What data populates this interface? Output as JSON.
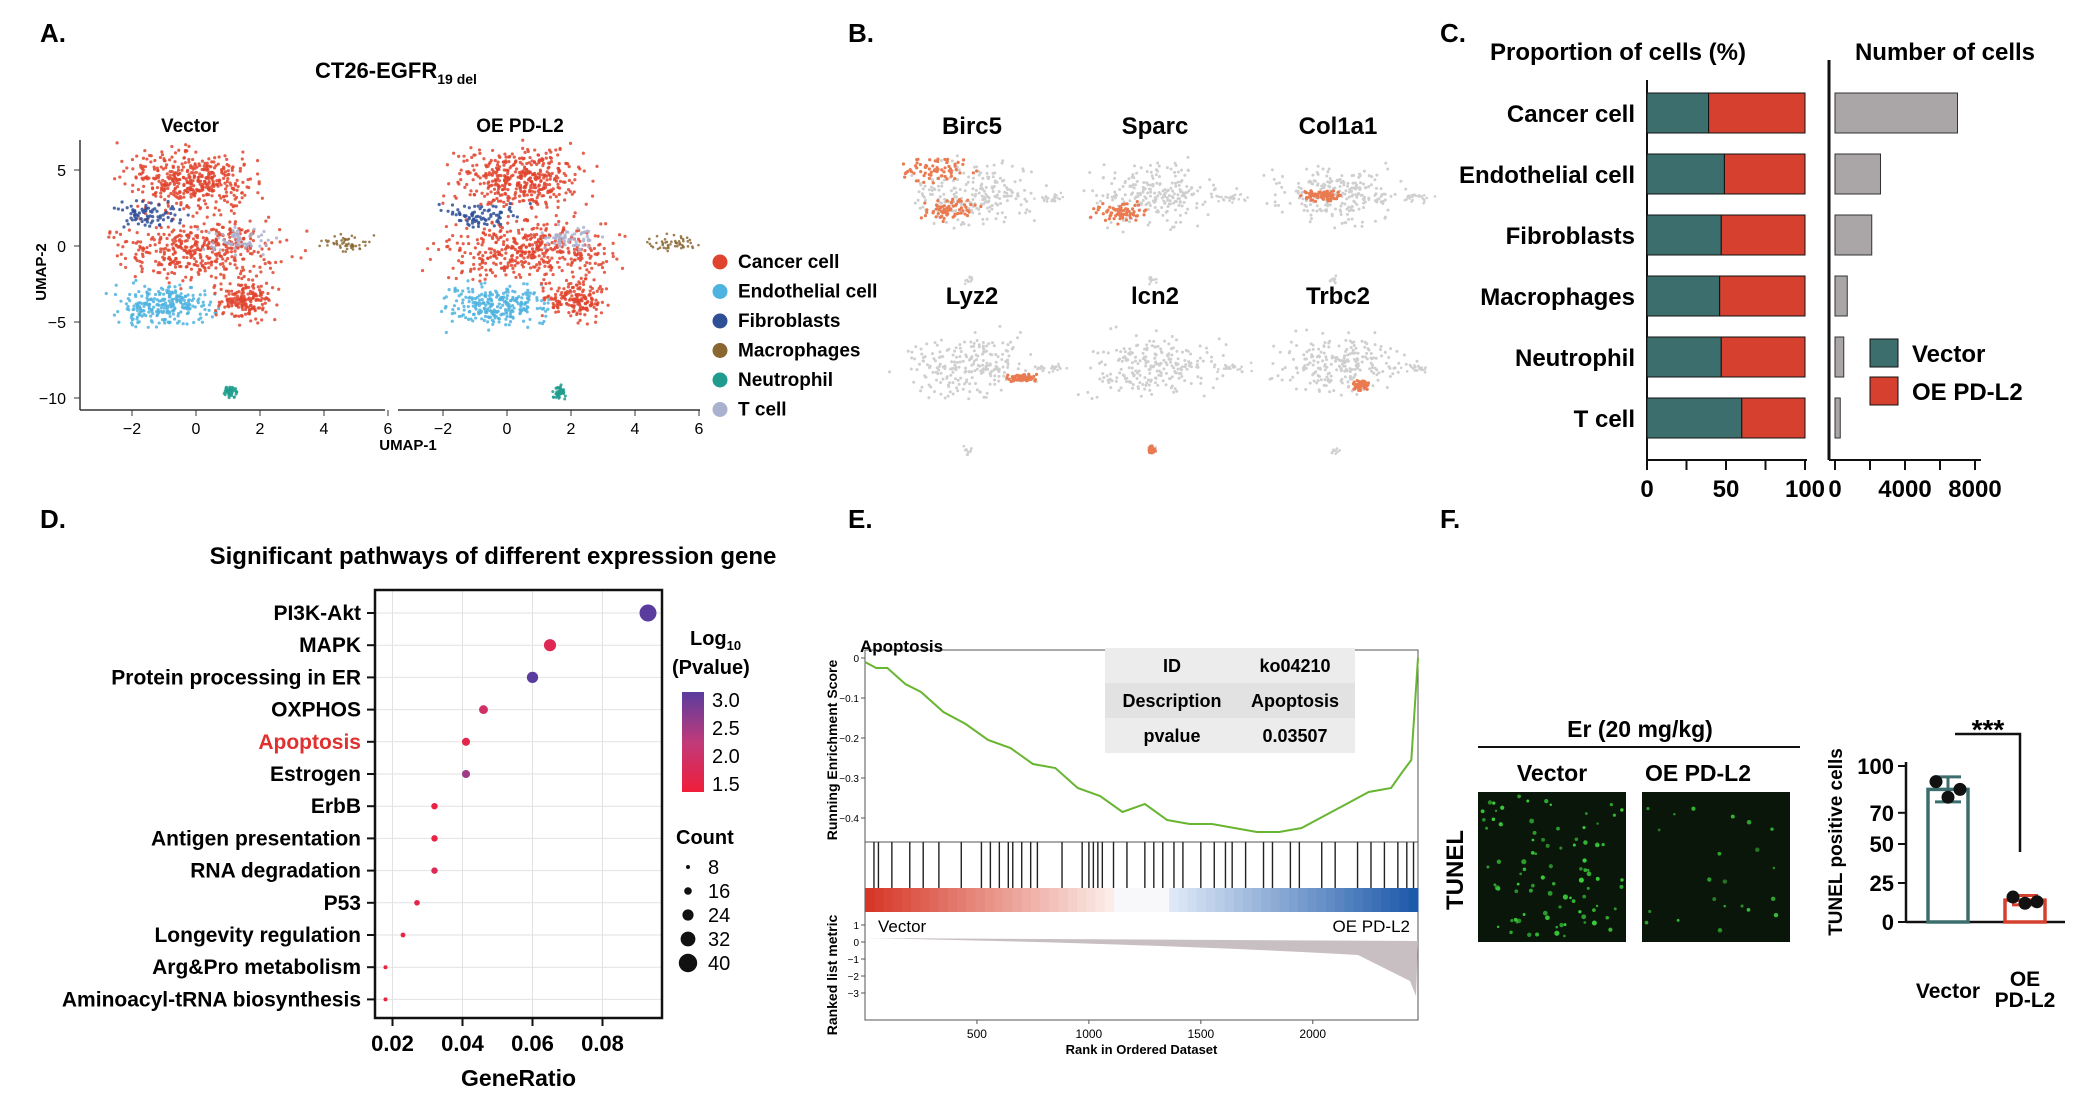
{
  "colors": {
    "cancer": "#e0442e",
    "endothelial": "#4fb3df",
    "fibroblasts": "#2e4e96",
    "macrophages": "#8a6630",
    "neutrophil": "#1f9c8d",
    "tcell": "#aab1cf",
    "vector": "#3d6e6e",
    "oe": "#d6402f",
    "grey_bar": "#aaa6a8",
    "umap_grey": "#cfcfcf",
    "umap_hi": "#ea7a50",
    "gsea_line": "#67b531",
    "path_text": "#e03030"
  },
  "panel_a": {
    "label": "A.",
    "title_main": "CT26-EGFR",
    "title_sub": "19 del",
    "facets": [
      "Vector",
      "OE PD-L2"
    ],
    "xlabel": "UMAP-1",
    "ylabel": "UMAP-2",
    "x_ticks": [
      "−2",
      "0",
      "2",
      "4",
      "6"
    ],
    "y_ticks": [
      "5",
      "0",
      "−5",
      "−10"
    ],
    "legend": [
      {
        "label": "Cancer cell",
        "color": "#e0442e"
      },
      {
        "label": "Endothelial cell",
        "color": "#4fb3df"
      },
      {
        "label": "Fibroblasts",
        "color": "#2e4e96"
      },
      {
        "label": "Macrophages",
        "color": "#8a6630"
      },
      {
        "label": "Neutrophil",
        "color": "#1f9c8d"
      },
      {
        "label": "T cell",
        "color": "#aab1cf"
      }
    ]
  },
  "panel_b": {
    "label": "B.",
    "genes": [
      {
        "name": "Birc5",
        "region": "cancer"
      },
      {
        "name": "Sparc",
        "region": "endothelial"
      },
      {
        "name": "Col1a1",
        "region": "fibroblasts"
      },
      {
        "name": "Lyz2",
        "region": "macrophages"
      },
      {
        "name": "lcn2",
        "region": "neutrophil"
      },
      {
        "name": "Trbc2",
        "region": "tcell"
      }
    ]
  },
  "panel_c": {
    "label": "C.",
    "title_left": "Proportion of cells (%)",
    "title_right": "Number of cells",
    "legend": [
      {
        "label": "Vector",
        "color": "#3d6e6e"
      },
      {
        "label": "OE PD-L2",
        "color": "#d6402f"
      }
    ]
  },
  "panel_d": {
    "label": "D.",
    "title": "Significant pathways of different expression gene",
    "colorbar_title_1": "Log",
    "colorbar_title_sub": "10",
    "colorbar_title_2": "(Pvalue)",
    "colorbar_ticks": [
      "3.0",
      "2.5",
      "2.0",
      "1.5"
    ],
    "size_title": "Count",
    "size_legend": [
      "8",
      "16",
      "24",
      "32",
      "40"
    ]
  },
  "panel_e": {
    "label": "E.",
    "title": "Apoptosis",
    "ylabel_top": "Running Enrichment Score",
    "ylabel_bottom": "Ranked list metric",
    "xlabel": "Rank in Ordered Dataset",
    "table": [
      [
        "ID",
        "ko04210"
      ],
      [
        "Description",
        "Apoptosis"
      ],
      [
        "pvalue",
        "0.03507"
      ]
    ],
    "left_label": "Vector",
    "right_label": "OE PD-L2",
    "y_ticks_top": [
      "0",
      "−0.1",
      "−0.2",
      "−0.3",
      "−0.4"
    ],
    "y_ticks_bottom": [
      "1",
      "0",
      "−1",
      "−2",
      "−3"
    ],
    "x_ticks": [
      "500",
      "1000",
      "1500",
      "2000"
    ]
  },
  "panel_f": {
    "label": "F.",
    "treatment": "Er (20 mg/kg)",
    "groups": [
      "Vector",
      "OE PD-L2"
    ],
    "row_label": "TUNEL",
    "ylabel": "TUNEL positive cells",
    "significance": "***",
    "x_labels": [
      [
        "Vector"
      ],
      [
        "OE",
        "PD-L2"
      ]
    ]
  },
  "chart_data": [
    {
      "type": "bar",
      "name": "proportion",
      "categories": [
        "Cancer cell",
        "Endothelial cell",
        "Fibroblasts",
        "Macrophages",
        "Neutrophil",
        "T cell"
      ],
      "series": [
        {
          "name": "Vector",
          "values": [
            39,
            49,
            47,
            46,
            47,
            60
          ]
        },
        {
          "name": "OE PD-L2",
          "values": [
            61,
            51,
            53,
            54,
            53,
            40
          ]
        }
      ],
      "xlim": [
        0,
        100
      ],
      "x_ticks": [
        0,
        50,
        100
      ],
      "stacked": true,
      "orientation": "horizontal",
      "title": "Proportion of cells (%)"
    },
    {
      "type": "bar",
      "name": "number",
      "categories": [
        "Cancer cell",
        "Endothelial cell",
        "Fibroblasts",
        "Macrophages",
        "Neutrophil",
        "T cell"
      ],
      "values": [
        7000,
        2600,
        2100,
        700,
        500,
        300
      ],
      "xlim": [
        0,
        8000
      ],
      "x_ticks": [
        0,
        4000,
        8000
      ],
      "orientation": "horizontal",
      "title": "Number of cells"
    },
    {
      "type": "scatter",
      "name": "pathways",
      "categories": [
        "PI3K-Akt",
        "MAPK",
        "Protein processing in ER",
        "OXPHOS",
        "Apoptosis",
        "Estrogen",
        "ErbB",
        "Antigen presentation",
        "RNA degradation",
        "P53",
        "Longevity regulation",
        "Arg&Pro metabolism",
        "Aminoacyl-tRNA biosynthesis"
      ],
      "x": [
        0.093,
        0.065,
        0.06,
        0.046,
        0.041,
        0.041,
        0.032,
        0.032,
        0.032,
        0.027,
        0.023,
        0.018,
        0.018
      ],
      "count": [
        40,
        28,
        26,
        20,
        18,
        18,
        14,
        14,
        14,
        12,
        10,
        8,
        8
      ],
      "log10p": [
        3.0,
        1.8,
        3.0,
        2.0,
        1.7,
        2.5,
        1.6,
        1.6,
        1.8,
        1.7,
        1.6,
        1.6,
        1.6
      ],
      "xlabel": "GeneRatio",
      "xlim": [
        0.015,
        0.097
      ],
      "x_ticks": [
        "0.02",
        "0.04",
        "0.06",
        "0.08"
      ],
      "colorbar_range": [
        1.5,
        3.0
      ]
    },
    {
      "type": "line",
      "name": "gsea",
      "x": [
        0,
        50,
        100,
        180,
        250,
        350,
        450,
        550,
        650,
        750,
        850,
        950,
        1050,
        1150,
        1250,
        1350,
        1450,
        1550,
        1650,
        1750,
        1850,
        1950,
        2050,
        2150,
        2250,
        2350,
        2400,
        2440,
        2470
      ],
      "y": [
        -0.01,
        -0.02,
        -0.03,
        -0.06,
        -0.09,
        -0.13,
        -0.17,
        -0.2,
        -0.23,
        -0.26,
        -0.28,
        -0.32,
        -0.35,
        -0.38,
        -0.37,
        -0.4,
        -0.42,
        -0.41,
        -0.43,
        -0.43,
        -0.44,
        -0.42,
        -0.4,
        -0.36,
        -0.34,
        -0.32,
        -0.29,
        -0.25,
        0.0
      ],
      "xlim": [
        0,
        2470
      ],
      "ylim": [
        -0.45,
        0.02
      ],
      "hits": [
        40,
        60,
        120,
        200,
        260,
        330,
        430,
        520,
        560,
        600,
        640,
        660,
        700,
        740,
        770,
        880,
        970,
        1000,
        1020,
        1040,
        1060,
        1110,
        1170,
        1250,
        1290,
        1330,
        1380,
        1420,
        1500,
        1560,
        1610,
        1640,
        1700,
        1780,
        1820,
        1900,
        1940,
        2040,
        2100,
        2200,
        2260,
        2320,
        2380,
        2420,
        2450
      ],
      "xlabel": "Rank in Ordered Dataset"
    },
    {
      "type": "bar",
      "name": "tunel",
      "categories": [
        "Vector",
        "OE PD-L2"
      ],
      "values": [
        85,
        14
      ],
      "errors": [
        8,
        3
      ],
      "points": [
        [
          90,
          80,
          85
        ],
        [
          16,
          12,
          13
        ]
      ],
      "ylim": [
        0,
        100
      ],
      "y_ticks": [
        0,
        25,
        50,
        70,
        100
      ],
      "ylabel": "TUNEL positive cells"
    }
  ]
}
